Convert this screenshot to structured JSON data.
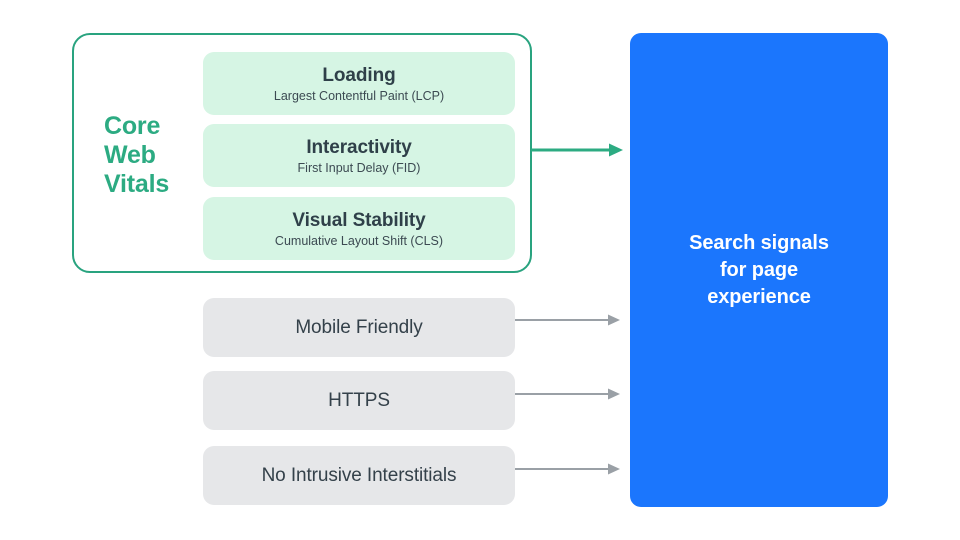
{
  "diagram": {
    "title": "Search signals for page experience",
    "colors": {
      "green_accent": "#2cab82",
      "green_border": "#29a37f",
      "mint_card": "#d6f5e4",
      "gray_box": "#e6e7e9",
      "blue_panel": "#1b76fd",
      "arrow_gray": "#9aa0a6",
      "text_dark": "#2f4049",
      "text_white": "#ffffff"
    }
  },
  "core_web_vitals": {
    "group_label_lines": [
      "Core",
      "Web",
      "Vitals"
    ],
    "cards": [
      {
        "title": "Loading",
        "subtitle": "Largest Contentful Paint (LCP)"
      },
      {
        "title": "Interactivity",
        "subtitle": "First Input Delay (FID)"
      },
      {
        "title": "Visual Stability",
        "subtitle": "Cumulative Layout Shift (CLS)"
      }
    ]
  },
  "other_signals": [
    {
      "label": "Mobile Friendly"
    },
    {
      "label": "HTTPS"
    },
    {
      "label": "No Intrusive Interstitials"
    }
  ],
  "arrows": [
    {
      "name": "core-web-vitals-arrow",
      "color": "#2cab82"
    },
    {
      "name": "mobile-friendly-arrow",
      "color": "#9aa0a6"
    },
    {
      "name": "https-arrow",
      "color": "#9aa0a6"
    },
    {
      "name": "no-intrusive-interstitials-arrow",
      "color": "#9aa0a6"
    }
  ],
  "destination": {
    "lines": [
      "Search signals",
      "for page",
      "experience"
    ]
  }
}
